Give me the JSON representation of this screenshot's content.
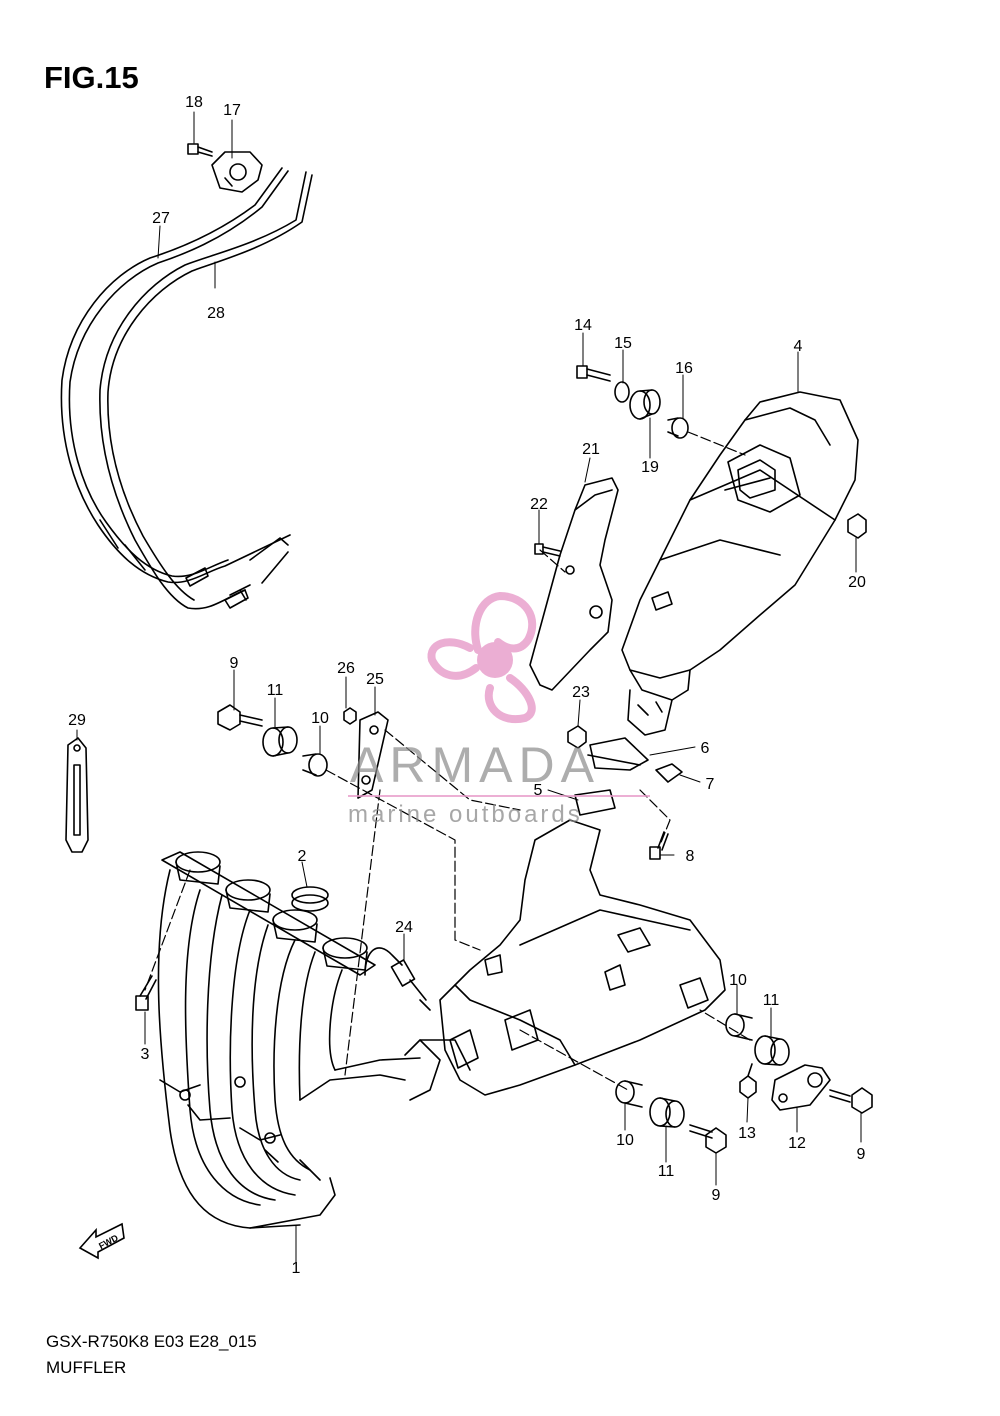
{
  "figure": {
    "title": "FIG.15",
    "model_code": "GSX-R750K8 E03 E28_015",
    "section_name": "MUFFLER"
  },
  "watermark": {
    "brand": "ARMADA",
    "tagline": "marine outboards",
    "logo_icon": "propeller-icon",
    "logo_color": "#e79bc9",
    "text_color": "#8a8a8a"
  },
  "fwd_badge": {
    "label": "FWD",
    "icon": "forward-arrow-icon"
  },
  "callouts": [
    "1",
    "2",
    "3",
    "4",
    "5",
    "6",
    "7",
    "8",
    "9",
    "9",
    "9",
    "10",
    "10",
    "10",
    "11",
    "11",
    "11",
    "12",
    "13",
    "14",
    "15",
    "16",
    "17",
    "18",
    "19",
    "20",
    "21",
    "22",
    "23",
    "24",
    "25",
    "26",
    "27",
    "28",
    "29"
  ]
}
